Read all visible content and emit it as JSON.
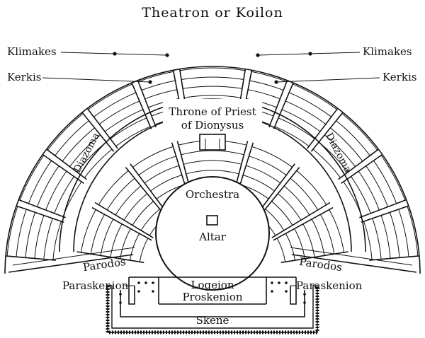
{
  "title": "Theatron or Koilon",
  "labels": {
    "klimakes_left": "Klimakes",
    "klimakes_right": "Klimakes",
    "kerkis_left": "Kerkis",
    "kerkis_right": "Kerkis",
    "throne_line1": "Throne of Priest",
    "throne_line2": "of Dionysus",
    "diazoma_left": "Diazoma",
    "diazoma_right": "Diazoma",
    "orchestra": "Orchestra",
    "altar": "Altar",
    "parodos_left": "Parodos",
    "parodos_right": "Parodos",
    "paraskenion_left": "Paraskenion",
    "paraskenion_right": "Paraskenion",
    "logeion": "Logeion",
    "proskenion": "Proskenion",
    "skene": "Skene"
  }
}
